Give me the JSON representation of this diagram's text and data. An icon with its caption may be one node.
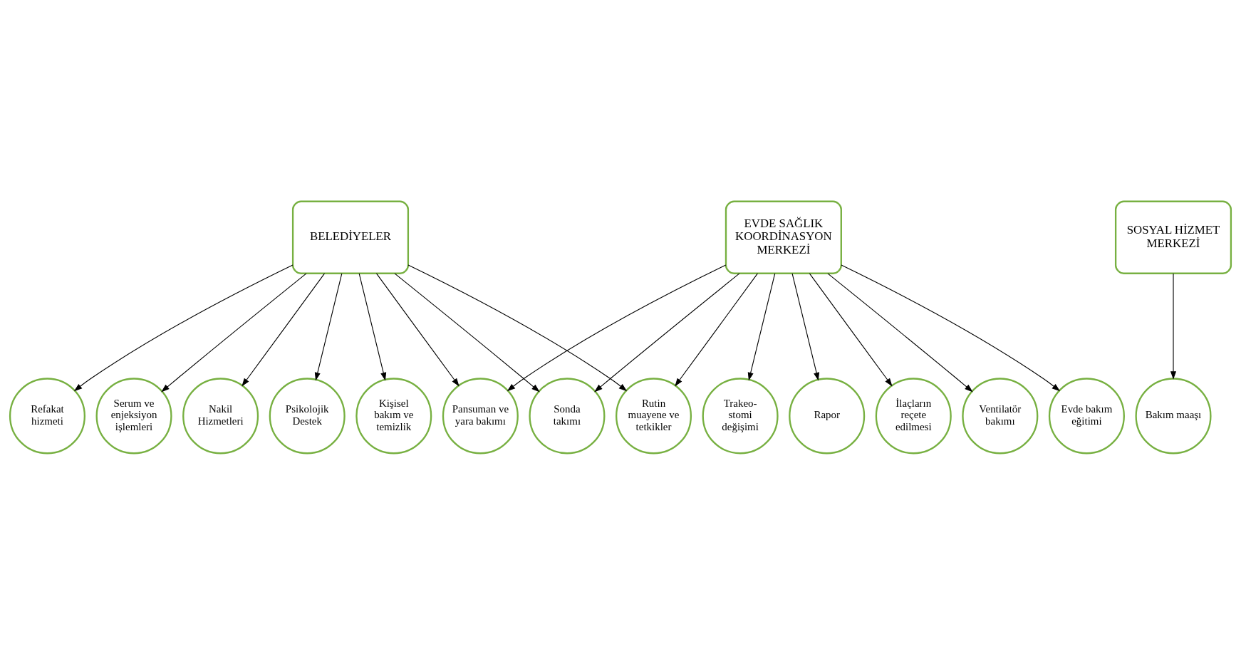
{
  "diagram": {
    "nodes": [
      {
        "text": [
          "BELEDİYELER"
        ]
      },
      {
        "text": [
          "EVDE SAĞLIK KOORDİNASYON MERKEZİ"
        ]
      },
      {
        "text": [
          "SOSYAL HİZMET MERKEZİ"
        ]
      },
      {
        "text": [
          "Serum ve enjeksiyon işlemleri"
        ]
      },
      {
        "text": [
          "Nakil Hizmetleri"
        ]
      },
      {
        "text": [
          "Psikolojik Destek"
        ]
      },
      {
        "text": [
          "Pansuman ve yara bakımı"
        ]
      },
      {
        "text": [
          "Kişisel bakım ve temizlik"
        ]
      },
      {
        "text": [
          "Refakat hizmeti"
        ]
      },
      {
        "text": [
          "Rapor"
        ]
      },
      {
        "text": [
          "Sonda takımı"
        ]
      },
      {
        "text": [
          "İlaçların reçete edilmesi"
        ]
      },
      {
        "text": [
          "Ventilatör bakımı"
        ]
      },
      {
        "text": [
          "Evde bakım eğitimi"
        ]
      },
      {
        "text": [
          "Rutin muayene ve tetkikler"
        ]
      },
      {
        "text": [
          "Trakeo- stomi değişimi"
        ]
      },
      {
        "text": [
          "Bakım maaşı"
        ]
      }
    ],
    "edges": [
      {
        "from": 0,
        "to": 3,
        "arrow": "to"
      },
      {
        "from": 0,
        "to": 4,
        "arrow": "to"
      },
      {
        "from": 0,
        "to": 5,
        "arrow": "to"
      },
      {
        "from": 0,
        "to": 6,
        "arrow": "to"
      },
      {
        "from": 0,
        "to": 7,
        "arrow": "to"
      },
      {
        "from": 0,
        "to": 8,
        "arrow": "to"
      },
      {
        "from": 0,
        "to": 10,
        "arrow": "to"
      },
      {
        "from": 0,
        "to": 14,
        "arrow": "to"
      },
      {
        "from": 1,
        "to": 6,
        "arrow": "to"
      },
      {
        "from": 1,
        "to": 9,
        "arrow": "to"
      },
      {
        "from": 1,
        "to": 10,
        "arrow": "to"
      },
      {
        "from": 1,
        "to": 11,
        "arrow": "to"
      },
      {
        "from": 1,
        "to": 13,
        "arrow": "to"
      },
      {
        "from": 1,
        "to": 12,
        "arrow": "to"
      },
      {
        "from": 1,
        "to": 14,
        "arrow": "to"
      },
      {
        "from": 1,
        "to": 15,
        "arrow": "to"
      },
      {
        "from": 2,
        "to": 16,
        "arrow": "to"
      }
    ]
  }
}
